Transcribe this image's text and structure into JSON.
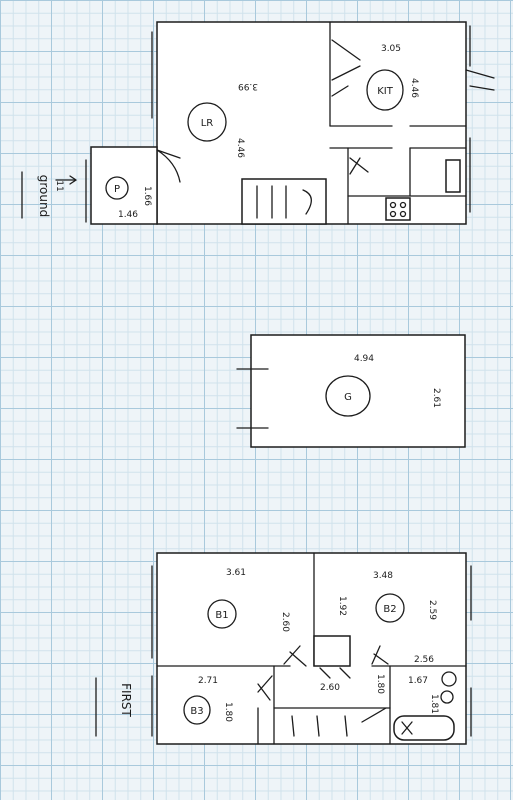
{
  "floors": {
    "ground": {
      "label": "ground",
      "floor_number": "11",
      "rooms": {
        "living_room": {
          "tag": "LR",
          "dim_a": "3.99",
          "dim_b": "4.46"
        },
        "kitchen": {
          "tag": "KIT",
          "dim_a": "3.05",
          "dim_b": "4.46"
        },
        "porch": {
          "tag": "P",
          "dim_a": "1.66",
          "dim_b": "1.46"
        }
      }
    },
    "garage": {
      "tag": "G",
      "dim_a": "4.94",
      "dim_b": "2.61"
    },
    "first": {
      "label": "FIRST",
      "rooms": {
        "bedroom_1": {
          "tag": "B1",
          "dim_a": "3.61",
          "dim_b": "2.60"
        },
        "bedroom_2": {
          "tag": "B2",
          "dim_a": "3.48",
          "dim_b": "2.59",
          "dim_c": "1.92"
        },
        "bedroom_3": {
          "tag": "B3",
          "dim_a": "2.71",
          "dim_b": "1.80"
        },
        "landing": {
          "dim_a": "2.60",
          "dim_b": "1.80"
        },
        "bathroom": {
          "dim_a": "2.56",
          "dim_b": "1.67",
          "dim_c": "1.81"
        }
      }
    }
  },
  "colors": {
    "ink": "#1c1c1c",
    "paper": "#eef4f8",
    "grid": "#a9c9dc"
  }
}
